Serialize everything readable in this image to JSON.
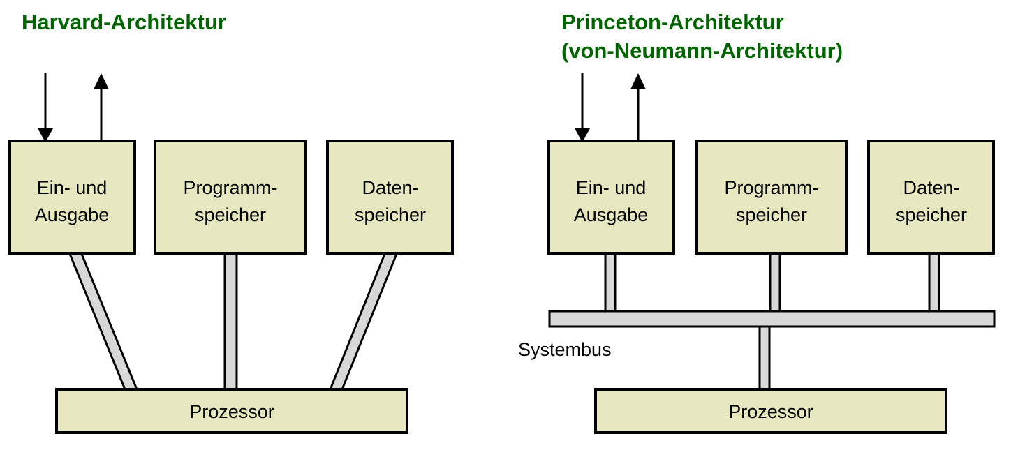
{
  "diagram": {
    "type": "architecture-comparison",
    "background_color": "#ffffff",
    "palette": {
      "title_green": "#006400",
      "box_fill": "#e8e8c0",
      "box_stroke": "#000000",
      "bus_fill": "#d8d8d8",
      "bus_stroke": "#000000",
      "text": "#000000"
    },
    "left": {
      "title": "Harvard-Architektur",
      "boxes": [
        {
          "id": "io",
          "line1": "Ein- und",
          "line2": "Ausgabe"
        },
        {
          "id": "program-memory",
          "line1": "Programm-",
          "line2": "speicher"
        },
        {
          "id": "data-memory",
          "line1": "Daten-",
          "line2": "speicher"
        },
        {
          "id": "processor",
          "line1": "Prozessor",
          "line2": ""
        }
      ],
      "arrows": [
        {
          "id": "input-arrow",
          "direction": "down"
        },
        {
          "id": "output-arrow",
          "direction": "up"
        }
      ],
      "connections": [
        {
          "from": "io",
          "to": "processor"
        },
        {
          "from": "program-memory",
          "to": "processor"
        },
        {
          "from": "data-memory",
          "to": "processor"
        }
      ]
    },
    "right": {
      "title_line1": "Princeton-Architektur",
      "title_line2": "(von-Neumann-Architektur)",
      "boxes": [
        {
          "id": "io",
          "line1": "Ein- und",
          "line2": "Ausgabe"
        },
        {
          "id": "program-memory",
          "line1": "Programm-",
          "line2": "speicher"
        },
        {
          "id": "data-memory",
          "line1": "Daten-",
          "line2": "speicher"
        },
        {
          "id": "processor",
          "line1": "Prozessor",
          "line2": ""
        }
      ],
      "bus_label": "Systembus",
      "arrows": [
        {
          "id": "input-arrow",
          "direction": "down"
        },
        {
          "id": "output-arrow",
          "direction": "up"
        }
      ],
      "connections": [
        {
          "from": "io",
          "to": "bus"
        },
        {
          "from": "program-memory",
          "to": "bus"
        },
        {
          "from": "data-memory",
          "to": "bus"
        },
        {
          "from": "bus",
          "to": "processor"
        }
      ]
    }
  }
}
